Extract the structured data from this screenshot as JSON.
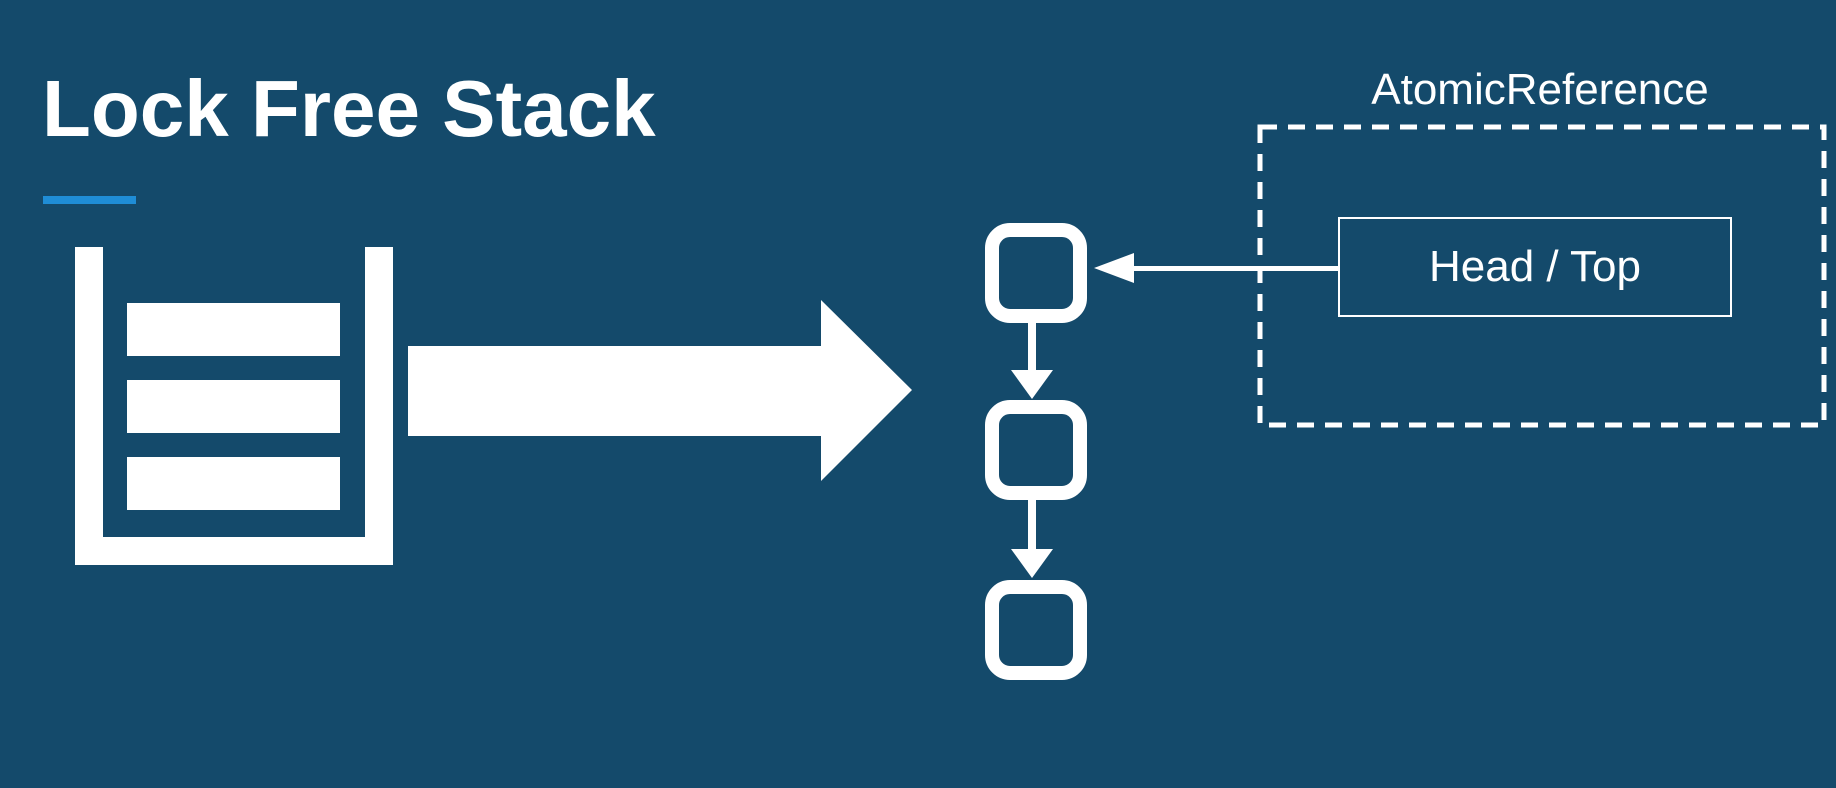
{
  "slide": {
    "title": "Lock Free Stack",
    "background_color": "#144a6b",
    "accent_color": "#1f8dd6",
    "foreground_color": "#ffffff"
  },
  "diagram": {
    "stack_icon": "stack-container-icon",
    "transform_arrow_icon": "right-arrow-icon",
    "linked_list": {
      "node_icon": "node-box-icon",
      "node_count": 3
    },
    "atomic_reference": {
      "label": "AtomicReference",
      "head_label": "Head / Top"
    }
  }
}
